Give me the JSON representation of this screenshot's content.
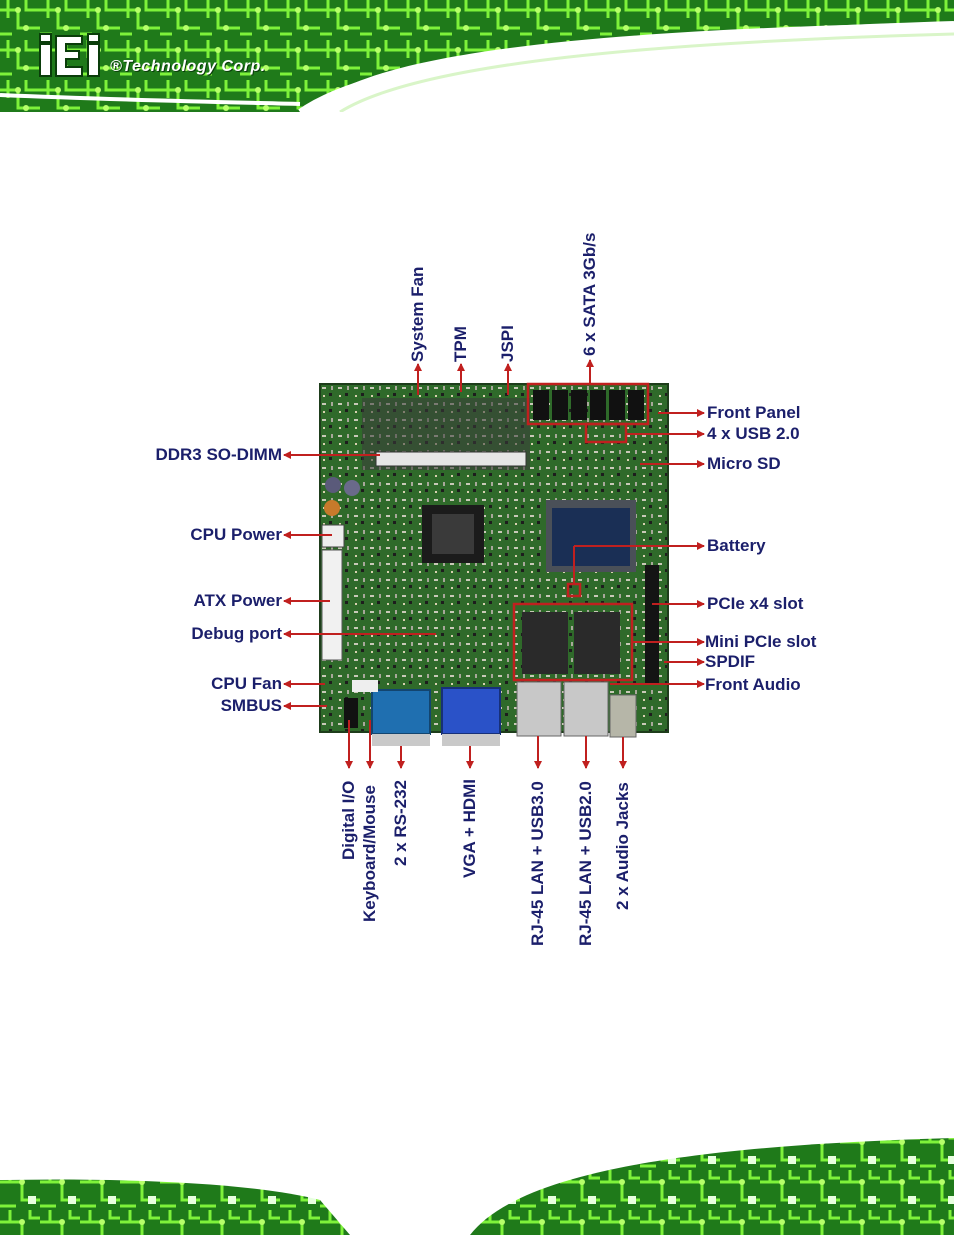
{
  "header": {
    "logo_text": "®Technology Corp."
  },
  "colors": {
    "pcb_green": "#2f6a2a",
    "circuit_green": "#5fd62a",
    "label_blue": "#1b1f6b",
    "arrow_red": "#c0201f"
  },
  "diagram": {
    "left_labels": [
      {
        "id": "ddr3",
        "text": "DDR3 SO-DIMM"
      },
      {
        "id": "cpu-power",
        "text": "CPU Power"
      },
      {
        "id": "atx-power",
        "text": "ATX Power"
      },
      {
        "id": "debug-port",
        "text": "Debug port"
      },
      {
        "id": "cpu-fan",
        "text": "CPU Fan"
      },
      {
        "id": "smbus",
        "text": "SMBUS"
      }
    ],
    "right_labels": [
      {
        "id": "front-panel",
        "text": "Front Panel"
      },
      {
        "id": "usb20",
        "text": "4 x USB 2.0"
      },
      {
        "id": "micro-sd",
        "text": "Micro SD"
      },
      {
        "id": "battery",
        "text": "Battery"
      },
      {
        "id": "pcie-x4",
        "text": "PCIe x4 slot"
      },
      {
        "id": "mini-pcie",
        "text": "Mini PCIe slot"
      },
      {
        "id": "spdif",
        "text": "SPDIF"
      },
      {
        "id": "front-audio",
        "text": "Front Audio"
      }
    ],
    "top_labels": [
      {
        "id": "system-fan",
        "text": "System Fan"
      },
      {
        "id": "tpm",
        "text": "TPM"
      },
      {
        "id": "jspi",
        "text": "JSPI"
      },
      {
        "id": "sata",
        "text": "6 x SATA 3Gb/s"
      }
    ],
    "bottom_labels": [
      {
        "id": "digital-io",
        "text": "Digital I/O"
      },
      {
        "id": "keyboard-mouse",
        "text": "Keyboard/Mouse"
      },
      {
        "id": "rs232",
        "text": "2 x RS-232"
      },
      {
        "id": "vga-hdmi",
        "text": "VGA + HDMI"
      },
      {
        "id": "rj45-usb3",
        "text": "RJ-45 LAN + USB3.0"
      },
      {
        "id": "rj45-usb2",
        "text": "RJ-45 LAN + USB2.0"
      },
      {
        "id": "audio-jacks",
        "text": "2 x Audio Jacks"
      }
    ]
  }
}
